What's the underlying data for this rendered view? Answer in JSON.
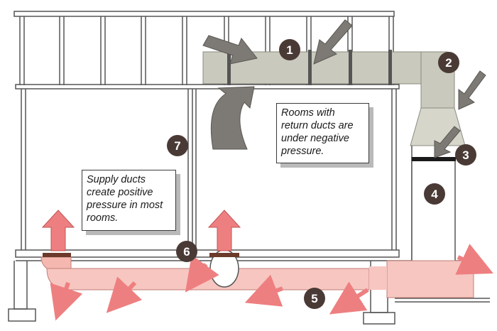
{
  "callouts": {
    "return": "Rooms with\nreturn ducts are\nunder negative\npressure.",
    "supply": "Supply ducts\ncreate positive\npressure in most\nrooms."
  },
  "markers": [
    "1",
    "2",
    "3",
    "4",
    "5",
    "6",
    "7"
  ],
  "colors": {
    "framing": "#555555",
    "return_duct": "#c9c9bd",
    "supply_duct": "#f7c6c0",
    "supply_arrow": "#ee7f80",
    "return_arrow": "#7d7a75",
    "marker": "#4a3a35"
  }
}
